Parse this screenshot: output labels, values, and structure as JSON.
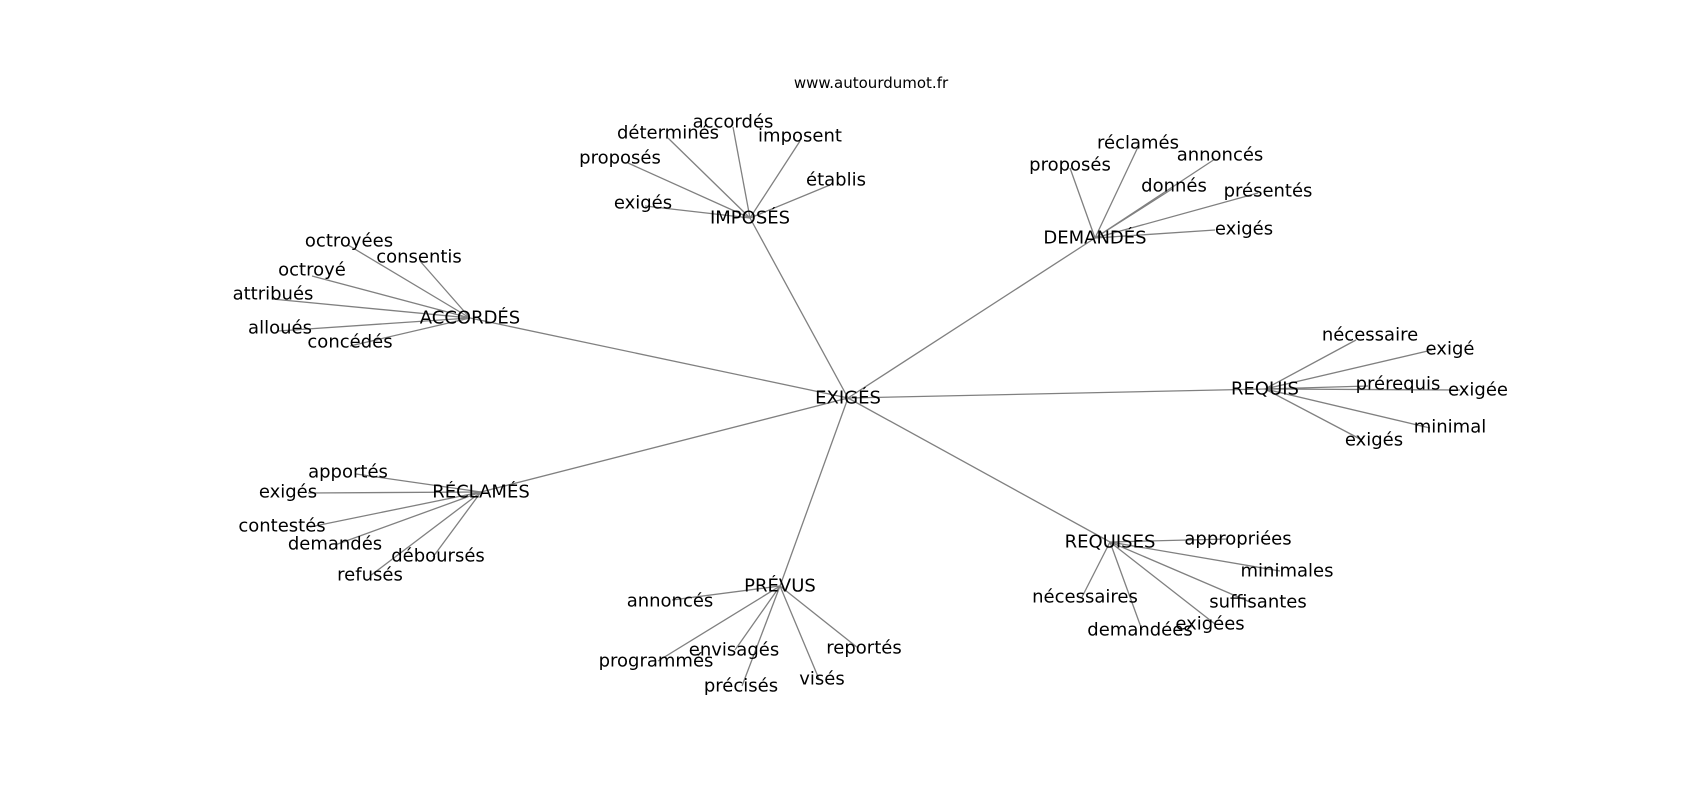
{
  "source": "www.autourdumot.fr",
  "center": {
    "id": "exiges",
    "label": "EXIGÉS"
  },
  "groups": [
    {
      "id": "imposes",
      "label": "IMPOSÉS",
      "leaves": [
        {
          "id": "determines",
          "label": "déterminés"
        },
        {
          "id": "accordes",
          "label": "accordés"
        },
        {
          "id": "imposent",
          "label": "imposent"
        },
        {
          "id": "proposes",
          "label": "proposés"
        },
        {
          "id": "etablis",
          "label": "établis"
        },
        {
          "id": "exiges",
          "label": "exigés"
        }
      ]
    },
    {
      "id": "demandes",
      "label": "DEMANDÉS",
      "leaves": [
        {
          "id": "reclames",
          "label": "réclamés"
        },
        {
          "id": "annonces",
          "label": "annoncés"
        },
        {
          "id": "proposes",
          "label": "proposés"
        },
        {
          "id": "donnes",
          "label": "donnés"
        },
        {
          "id": "presentes",
          "label": "présentés"
        },
        {
          "id": "exiges",
          "label": "exigés"
        }
      ]
    },
    {
      "id": "accordes",
      "label": "ACCORDÉS",
      "leaves": [
        {
          "id": "octroyees",
          "label": "octroyées"
        },
        {
          "id": "consentis",
          "label": "consentis"
        },
        {
          "id": "octroye",
          "label": "octroyé"
        },
        {
          "id": "attribues",
          "label": "attribués"
        },
        {
          "id": "alloues",
          "label": "alloués"
        },
        {
          "id": "concedes",
          "label": "concédés"
        }
      ]
    },
    {
      "id": "requis",
      "label": "REQUIS",
      "leaves": [
        {
          "id": "necessaire",
          "label": "nécessaire"
        },
        {
          "id": "exige",
          "label": "exigé"
        },
        {
          "id": "prerequis",
          "label": "prérequis"
        },
        {
          "id": "exigee",
          "label": "exigée"
        },
        {
          "id": "minimal",
          "label": "minimal"
        },
        {
          "id": "exiges",
          "label": "exigés"
        }
      ]
    },
    {
      "id": "reclames",
      "label": "RÉCLAMÉS",
      "leaves": [
        {
          "id": "apportes",
          "label": "apportés"
        },
        {
          "id": "exiges",
          "label": "exigés"
        },
        {
          "id": "contestes",
          "label": "contestés"
        },
        {
          "id": "demandes",
          "label": "demandés"
        },
        {
          "id": "debourses",
          "label": "déboursés"
        },
        {
          "id": "refuses",
          "label": "refusés"
        }
      ]
    },
    {
      "id": "requises",
      "label": "REQUISES",
      "leaves": [
        {
          "id": "appropriees",
          "label": "appropriées"
        },
        {
          "id": "minimales",
          "label": "minimales"
        },
        {
          "id": "necessaires",
          "label": "nécessaires"
        },
        {
          "id": "suffisantes",
          "label": "suffisantes"
        },
        {
          "id": "exigees",
          "label": "exigées"
        },
        {
          "id": "demandees",
          "label": "demandées"
        }
      ]
    },
    {
      "id": "prevus",
      "label": "PRÉVUS",
      "leaves": [
        {
          "id": "annonces",
          "label": "annoncés"
        },
        {
          "id": "envisages",
          "label": "envisagés"
        },
        {
          "id": "reportes",
          "label": "reportés"
        },
        {
          "id": "programmes",
          "label": "programmés"
        },
        {
          "id": "vises",
          "label": "visés"
        },
        {
          "id": "precises",
          "label": "précisés"
        }
      ]
    }
  ]
}
